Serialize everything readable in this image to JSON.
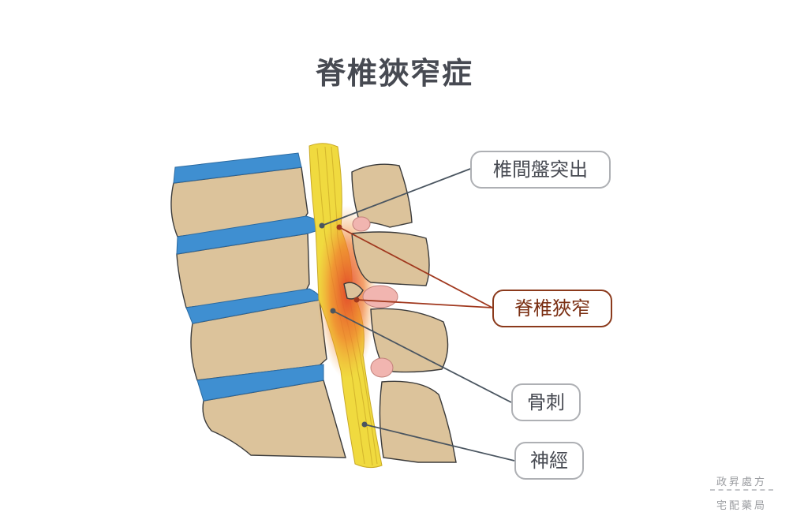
{
  "title": "脊椎狹窄症",
  "labels": {
    "disc_herniation": "椎間盤突出",
    "stenosis": "脊椎狹窄",
    "bone_spur": "骨刺",
    "nerve": "神經"
  },
  "brand": {
    "line1": "政昇處方",
    "line2": "宅配藥局"
  },
  "colors": {
    "bone": "#dcc39b",
    "disc": "#3f8fd1",
    "nerve": "#f0da3f",
    "inflammation": "#ec6a2a",
    "label_text": "#474a52",
    "highlight_text": "#7a2e12",
    "leader_dark": "#4a5560",
    "leader_red": "#a0381e"
  }
}
